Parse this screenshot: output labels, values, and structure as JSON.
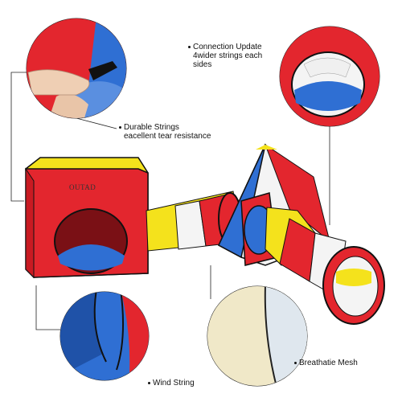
{
  "labels": {
    "connection_line1": "Connection Update",
    "connection_line2": "4wider strings each",
    "connection_line3": "sides",
    "strings_line1": "Durable Strings",
    "strings_line2": "eacellent tear resistance",
    "wind": "Wind String",
    "mesh": "Breathatie Mesh"
  },
  "brand": "OUTAD",
  "colors": {
    "red": "#e3262e",
    "blue": "#2f6fd3",
    "yellow": "#f4e21c",
    "white": "#f4f4f4",
    "mesh": "#f0e8c8",
    "black": "#111111"
  }
}
